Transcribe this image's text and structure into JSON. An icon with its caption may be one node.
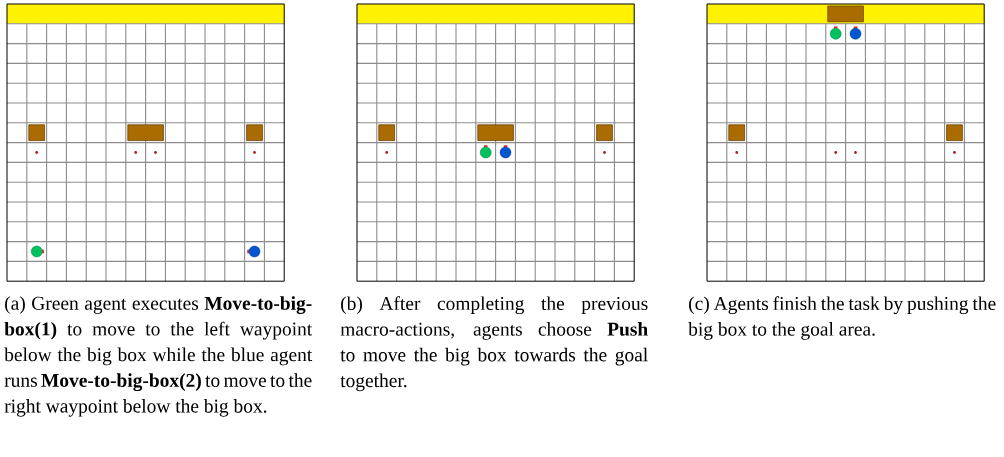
{
  "diagram": {
    "labels": [
      "(a) Green agent executes **Move-to-big-box(1)** to move to the left waypoint below the big box while the blue agent runs **Move-to-big-box(2)** to move to the right waypoint below the big box.",
      "(b) After completing the previous macro-actions, agents choose **Push** to move the big box towards the goal together.",
      "(c) Agents finish the task by pushing the big box to the goal area."
    ]
  }
}
